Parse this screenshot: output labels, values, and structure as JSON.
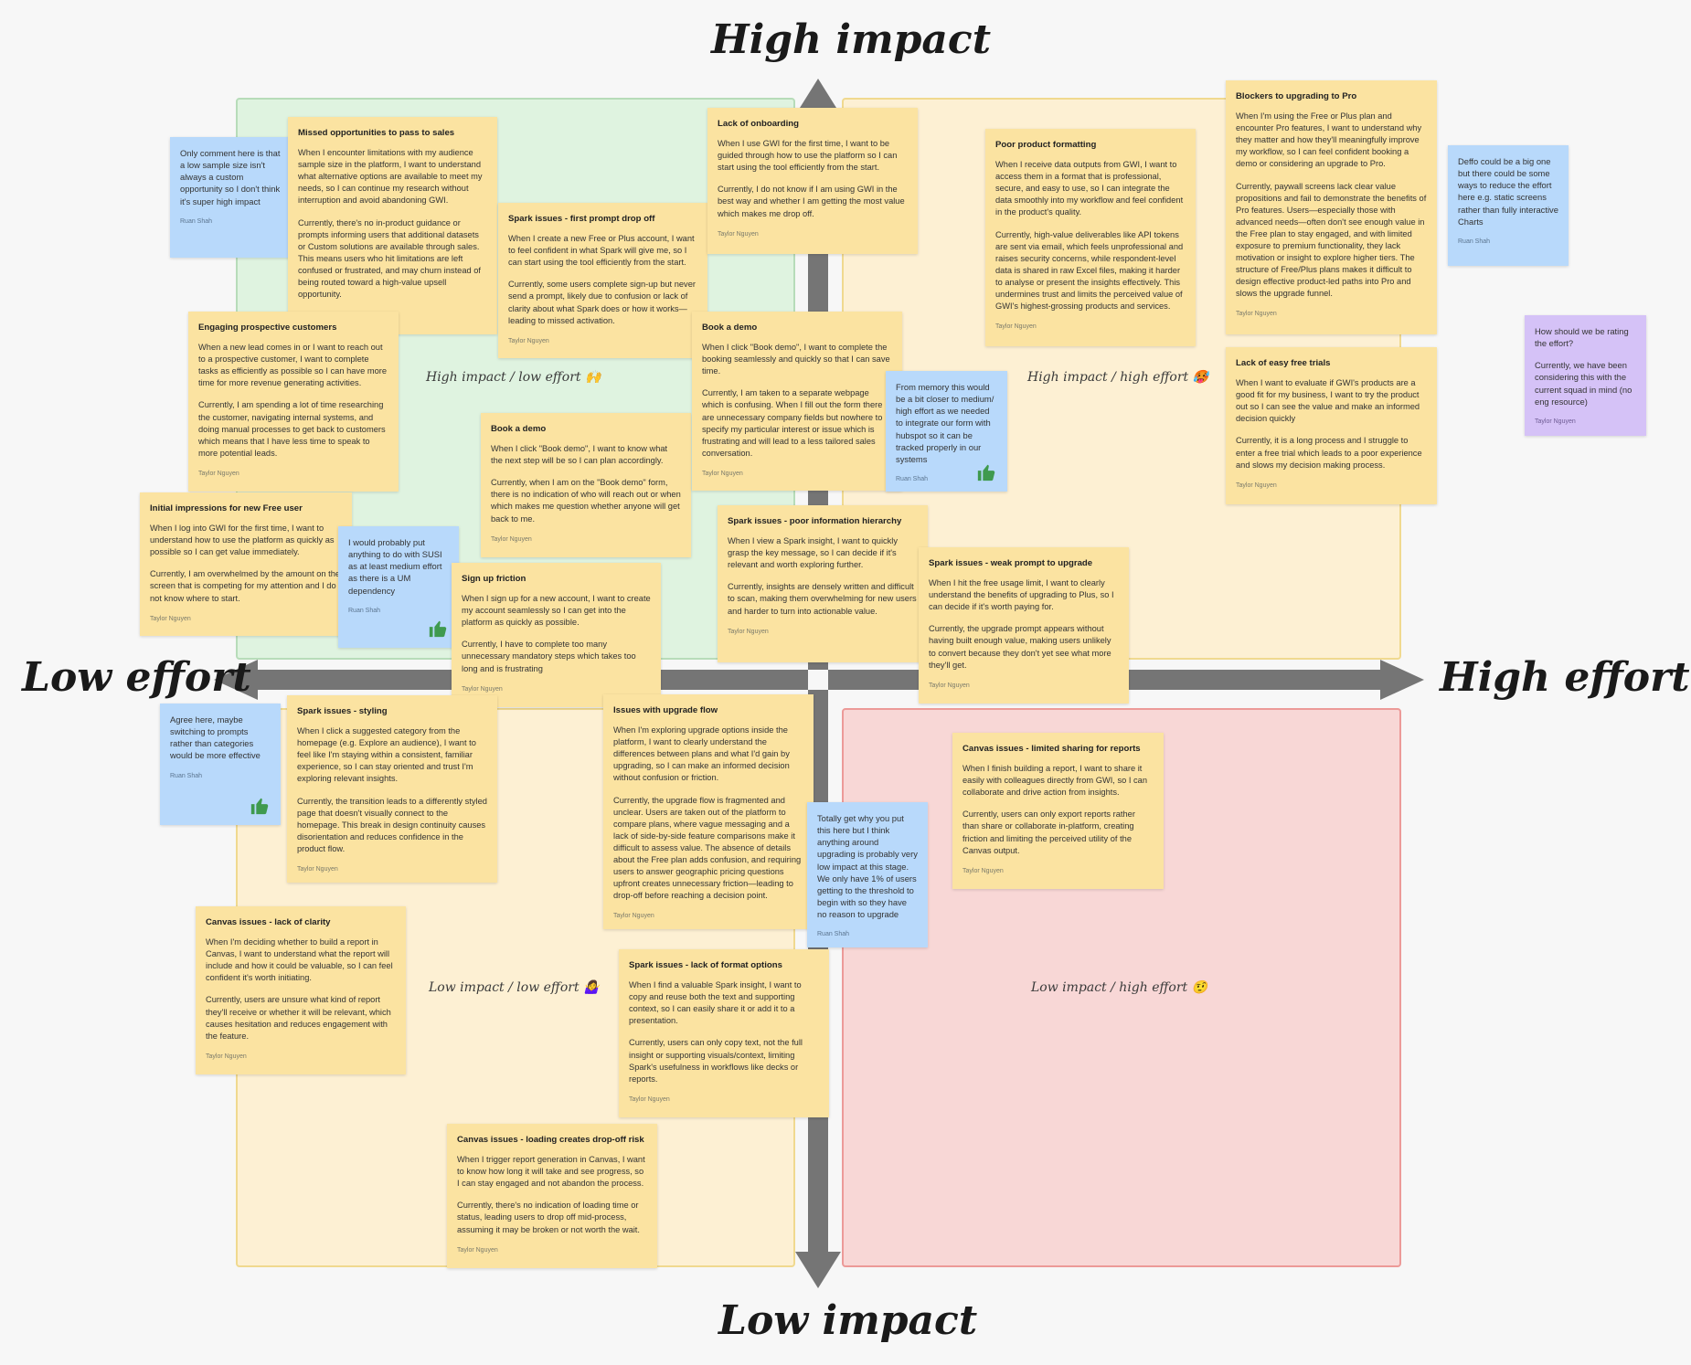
{
  "axes": {
    "top": "High impact",
    "bottom": "Low impact",
    "left": "Low effort",
    "right": "High effort"
  },
  "quadrants": {
    "tl": "High impact / low effort 🙌",
    "tr": "High impact / high effort 🥵",
    "bl": "Low impact / low effort 🤷‍♀️",
    "br": "Low impact / high effort 🤨"
  },
  "notes": {
    "missed": {
      "title": "Missed opportunities to pass to sales",
      "p1": "When I encounter limitations with my audience sample size in the platform, I want to understand what alternative options are available to meet my needs, so I can continue my research without interruption and avoid abandoning GWI.",
      "p2": "Currently, there's no in-product guidance or prompts informing users that additional datasets or Custom solutions are available through sales. This means users who hit limitations are left confused or frustrated, and may churn instead of being routed toward a high-value upsell opportunity.",
      "author": "Taylor Nguyen"
    },
    "onlyComment": {
      "p1": "Only comment here is that a low sample size isn't always a custom opportunity so I don't think it's super high impact",
      "author": "Ruan Shah"
    },
    "sparkFirst": {
      "title": "Spark issues - first prompt drop off",
      "p1": "When I create a new Free or Plus account, I want to feel confident in what Spark will give me, so I can start using the tool efficiently from the start.",
      "p2": "Currently, some users complete sign-up but never send a prompt, likely due to confusion or lack of clarity about what Spark does or how it works—leading to missed activation.",
      "author": "Taylor Nguyen"
    },
    "onboarding": {
      "title": "Lack of onboarding",
      "p1": "When I use GWI for the first time, I want to be guided through how to use the platform so I can start using the tool efficiently from the start.",
      "p2": "Currently, I do not know if I am using GWI in the best way and whether I am getting the most value which makes me drop off.",
      "author": "Taylor Nguyen"
    },
    "poorFormatting": {
      "title": "Poor product formatting",
      "p1": "When I receive data outputs from GWI, I want to access them in a format that is professional, secure, and easy to use, so I can integrate the data smoothly into my workflow and feel confident in the product's quality.",
      "p2": "Currently, high-value deliverables like API tokens are sent via email, which feels unprofessional and raises security concerns, while respondent-level data is shared in raw Excel files, making it harder to analyse or present the insights effectively. This undermines trust and limits the perceived value of GWI's highest-grossing products and services.",
      "author": "Taylor Nguyen"
    },
    "blockers": {
      "title": "Blockers to upgrading to Pro",
      "p1": "When I'm using the Free or Plus plan and encounter Pro features, I want to understand why they matter and how they'll meaningfully improve my workflow, so I can feel confident booking a demo or considering an upgrade to Pro.",
      "p2": "Currently, paywall screens lack clear value propositions and fail to demonstrate the benefits of Pro features. Users—especially those with advanced needs—often don't see enough value in the Free plan to stay engaged, and with limited exposure to premium functionality, they lack motivation or insight to explore higher tiers. The structure of Free/Plus plans makes it difficult to design effective product-led paths into Pro and slows the upgrade funnel.",
      "author": "Taylor Nguyen"
    },
    "deffo": {
      "p1": "Deffo could be a big one but there could be some ways to reduce the effort here e.g. static screens rather than fully interactive Charts",
      "author": "Ruan Shah"
    },
    "rating": {
      "p1": "How should we be rating the effort?",
      "p2": "Currently, we have been considering this with the current squad in mind (no eng resource)",
      "author": "Taylor Nguyen"
    },
    "engaging": {
      "title": "Engaging prospective customers",
      "p1": "When a new lead comes in or I want to reach out to a prospective customer, I want to complete tasks as efficiently as possible so I can have more time for more revenue generating activities.",
      "p2": "Currently, I am spending a lot of time researching the customer, navigating internal systems, and doing manual processes to get back to customers which means that I have less time to speak to more potential leads.",
      "author": "Taylor Nguyen"
    },
    "bookDemo1": {
      "title": "Book a demo",
      "p1": "When I click \"Book demo\", I want to complete the booking seamlessly and quickly so that I can save time.",
      "p2": "Currently, I am taken to a separate webpage which is confusing. When I fill out the form there are unnecessary company fields but nowhere to specify my particular interest or issue which is frustrating and will lead to a less tailored sales conversation.",
      "author": "Taylor Nguyen"
    },
    "fromMemory": {
      "p1": "From memory this would be a bit closer to medium/ high effort as we needed to integrate our form with hubspot so it can be tracked properly in our systems",
      "author": "Ruan Shah"
    },
    "lackTrials": {
      "title": "Lack of easy free trials",
      "p1": "When I want to evaluate if GWI's products are a good fit for my business, I want to try the product out so I can see the value and make an informed decision quickly",
      "p2": "Currently, it is a long process and I struggle to enter a free trial which leads to a poor experience and slows my decision making process.",
      "author": "Taylor Nguyen"
    },
    "bookDemo2": {
      "title": "Book a demo",
      "p1": "When I click \"Book demo\", I want to know what the next step will be so I can plan accordingly.",
      "p2": "Currently, when I am on the \"Book demo\" form, there is no indication of who will reach out or when which makes me question whether anyone will get back to me.",
      "author": "Taylor Nguyen"
    },
    "initialImpressions": {
      "title": "Initial impressions for new Free user",
      "p1": "When I log into GWI for the first time, I want to understand how to use the platform as quickly as possible so I can get value immediately.",
      "p2": "Currently, I am overwhelmed by the amount on the screen that is competing for my attention and I do not know where to start.",
      "author": "Taylor Nguyen"
    },
    "susi": {
      "p1": "I would probably put anything to do with SUSI as at least medium effort as there is a UM dependency",
      "author": "Ruan Shah"
    },
    "signup": {
      "title": "Sign up friction",
      "p1": "When I sign up for a new account, I want to create my account seamlessly so I can get into the platform as quickly as possible.",
      "p2": "Currently, I have to complete too many unnecessary mandatory steps which takes too long and is frustrating",
      "author": "Taylor Nguyen"
    },
    "sparkHierarchy": {
      "title": "Spark issues - poor information hierarchy",
      "p1": "When I view a Spark insight, I want to quickly grasp the key message, so I can decide if it's relevant and worth exploring further.",
      "p2": "Currently, insights are densely written and difficult to scan, making them overwhelming for new users and harder to turn into actionable value.",
      "author": "Taylor Nguyen"
    },
    "sparkWeak": {
      "title": "Spark issues - weak prompt to upgrade",
      "p1": "When I hit the free usage limit, I want to clearly understand the benefits of upgrading to Plus, so I can decide if it's worth paying for.",
      "p2": "Currently, the upgrade prompt appears without having built enough value, making users unlikely to convert because they don't yet see what more they'll get.",
      "author": "Taylor Nguyen"
    },
    "agree": {
      "p1": "Agree here, maybe switching to prompts rather than categories would be more effective",
      "author": "Ruan Shah"
    },
    "sparkStyling": {
      "title": "Spark issues - styling",
      "p1": "When I click a suggested category from the homepage (e.g. Explore an audience), I want to feel like I'm staying within a consistent, familiar experience, so I can stay oriented and trust I'm exploring relevant insights.",
      "p2": "Currently, the transition leads to a differently styled page that doesn't visually connect to the homepage. This break in design continuity causes disorientation and reduces confidence in the product flow.",
      "author": "Taylor Nguyen"
    },
    "upgradeFlow": {
      "title": "Issues with upgrade flow",
      "p1": "When I'm exploring upgrade options inside the platform, I want to clearly understand the differences between plans and what I'd gain by upgrading, so I can make an informed decision without confusion or friction.",
      "p2": "Currently, the upgrade flow is fragmented and unclear. Users are taken out of the platform to compare plans, where vague messaging and a lack of side-by-side feature comparisons make it difficult to assess value. The absence of details about the Free plan adds confusion, and requiring users to answer geographic pricing questions upfront creates unnecessary friction—leading to drop-off before reaching a decision point.",
      "author": "Taylor Nguyen"
    },
    "totally": {
      "p1": "Totally get why you put this here but I think anything around upgrading is probably very low impact at this stage. We only have 1% of users getting to the threshold to begin with so they have no reason to upgrade",
      "author": "Ruan Shah"
    },
    "canvasSharing": {
      "title": "Canvas issues - limited sharing for reports",
      "p1": "When I finish building a report, I want to share it easily with colleagues directly from GWI, so I can collaborate and drive action from insights.",
      "p2": "Currently, users can only export reports rather than share or collaborate in-platform, creating friction and limiting the perceived utility of the Canvas output.",
      "author": "Taylor Nguyen"
    },
    "canvasClarity": {
      "title": "Canvas issues - lack of clarity",
      "p1": "When I'm deciding whether to build a report in Canvas, I want to understand what the report will include and how it could be valuable, so I can feel confident it's worth initiating.",
      "p2": "Currently, users are unsure what kind of report they'll receive or whether it will be relevant, which causes hesitation and reduces engagement with the feature.",
      "author": "Taylor Nguyen"
    },
    "sparkFormat": {
      "title": "Spark issues - lack of format options",
      "p1": "When I find a valuable Spark insight, I want to copy and reuse both the text and supporting context, so I can easily share it or add it to a presentation.",
      "p2": "Currently, users can only copy text, not the full insight or supporting visuals/context, limiting Spark's usefulness in workflows like decks or reports.",
      "author": "Taylor Nguyen"
    },
    "canvasLoading": {
      "title": "Canvas issues - loading creates drop-off risk",
      "p1": "When I trigger report generation in Canvas, I want to know how long it will take and see progress, so I can stay engaged and not abandon the process.",
      "p2": "Currently, there's no indication of loading time or status, leading users to drop off mid-process, assuming it may be broken or not worth the wait.",
      "author": "Taylor Nguyen"
    }
  },
  "colors": {
    "yellowNote": "#fbe3a1",
    "blueNote": "#b8d9fb",
    "purpleNote": "#d5c2f7",
    "greenQuadrant": "#dff3e0",
    "redQuadrant": "#f8d7d6",
    "axis": "#757575",
    "thumb": "#3f9a4e"
  },
  "icons": [
    "thumbs-up-icon",
    "arrow-up-icon",
    "arrow-down-icon",
    "arrow-left-icon",
    "arrow-right-icon"
  ]
}
